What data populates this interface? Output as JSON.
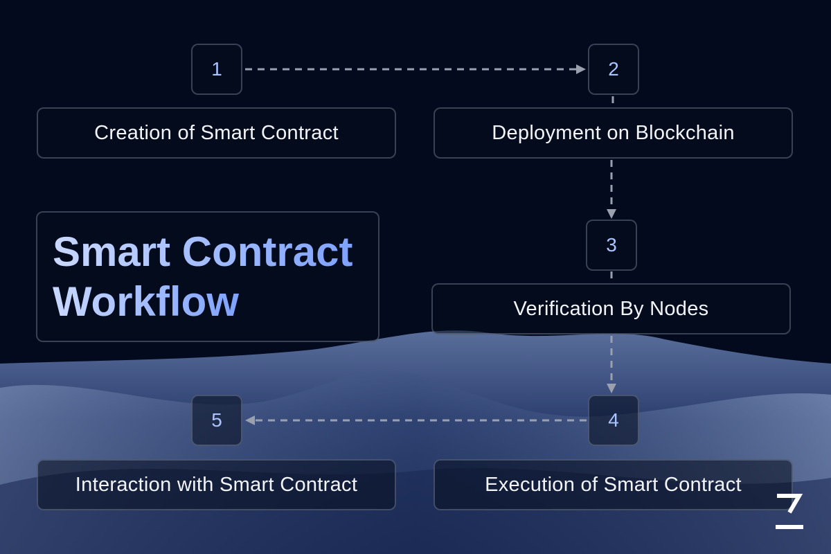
{
  "title": "Smart Contract Workflow",
  "title_lines": [
    "Smart Contract",
    "Workflow"
  ],
  "steps": [
    {
      "number": "1",
      "label": "Creation of Smart Contract"
    },
    {
      "number": "2",
      "label": "Deployment on Blockchain"
    },
    {
      "number": "3",
      "label": "Verification By Nodes"
    },
    {
      "number": "4",
      "label": "Execution of Smart Contract"
    },
    {
      "number": "5",
      "label": "Interaction with Smart Contract"
    }
  ],
  "colors": {
    "background": "#030a1e",
    "accent": "#a9c4ff",
    "arrow": "#9aa0ad"
  }
}
